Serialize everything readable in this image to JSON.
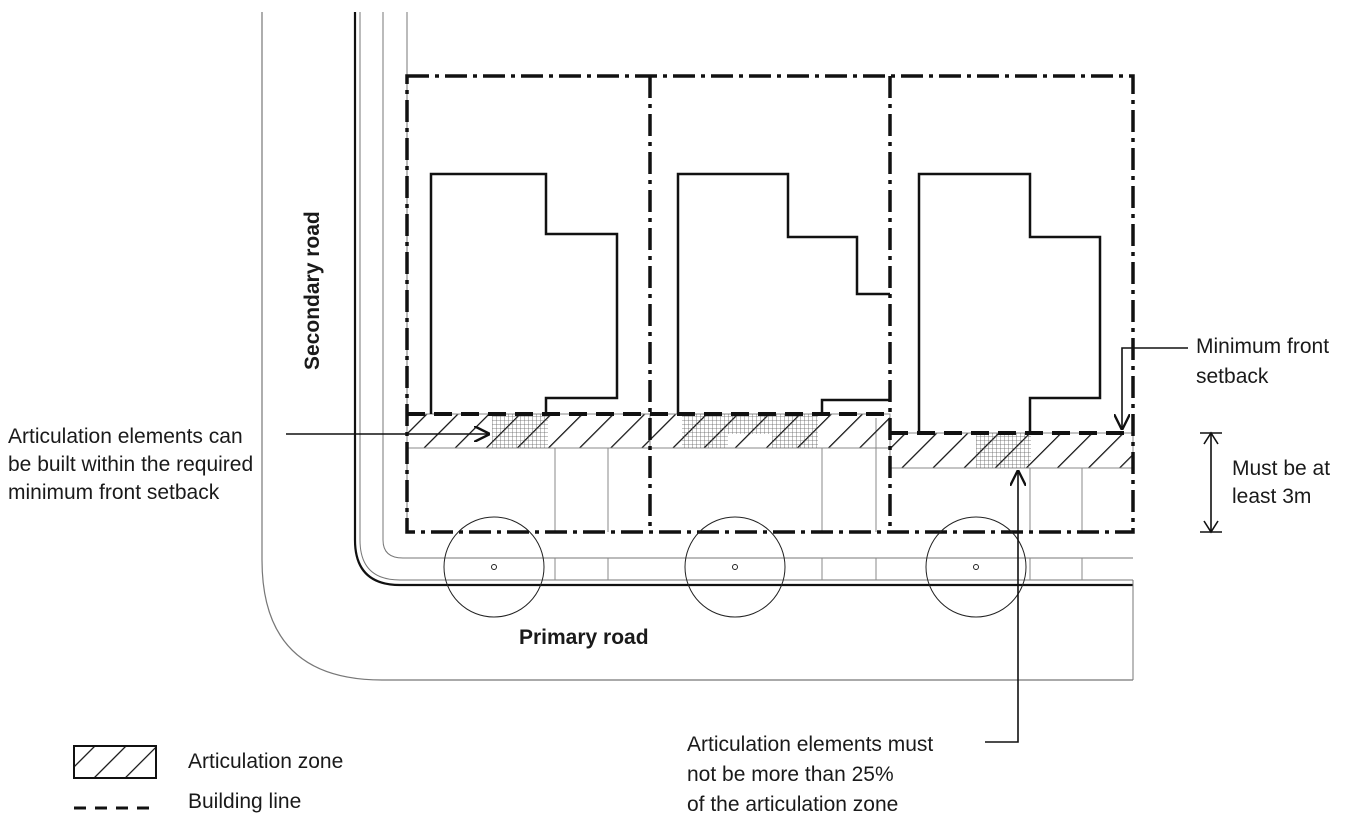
{
  "labels": {
    "secondary_road": "Secondary road",
    "primary_road": "Primary road",
    "articulation_can": [
      "Articulation elements can",
      "be built within the required",
      "minimum front setback"
    ],
    "min_front_setback": [
      "Minimum front",
      "setback"
    ],
    "must_be_at_least": [
      "Must be at",
      "least 3m"
    ],
    "articulation_must": [
      "Articulation elements must",
      "not be more than 25%",
      "of the articulation zone"
    ]
  },
  "legend": {
    "items": [
      {
        "symbol": "hatch-icon",
        "label": "Articulation zone"
      },
      {
        "symbol": "dashed-line-icon",
        "label": "Building line"
      }
    ]
  },
  "colors": {
    "line": "#111111",
    "thin": "#666666",
    "background": "#ffffff"
  }
}
